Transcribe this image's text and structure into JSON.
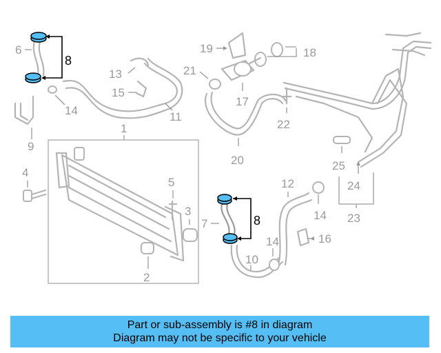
{
  "callouts": {
    "c1": "1",
    "c2": "2",
    "c3": "3",
    "c4": "4",
    "c5": "5",
    "c6": "6",
    "c7": "7",
    "c8a": "8",
    "c8b": "8",
    "c9": "9",
    "c10": "10",
    "c11": "11",
    "c12": "12",
    "c13": "13",
    "c14a": "14",
    "c14b": "14",
    "c14c": "14",
    "c15": "15",
    "c16": "16",
    "c17": "17",
    "c18": "18",
    "c19": "19",
    "c20": "20",
    "c21": "21",
    "c22": "22",
    "c23": "23",
    "c24": "24",
    "c25": "25"
  },
  "colors": {
    "highlight_clamp": "#55bff5",
    "banner_background": "#55bff5",
    "part_line": "#b4b4b4"
  },
  "banner": {
    "line1": "Part or sub-assembly is #8 in diagram",
    "line2": "Diagram may not be specific to your vehicle"
  }
}
